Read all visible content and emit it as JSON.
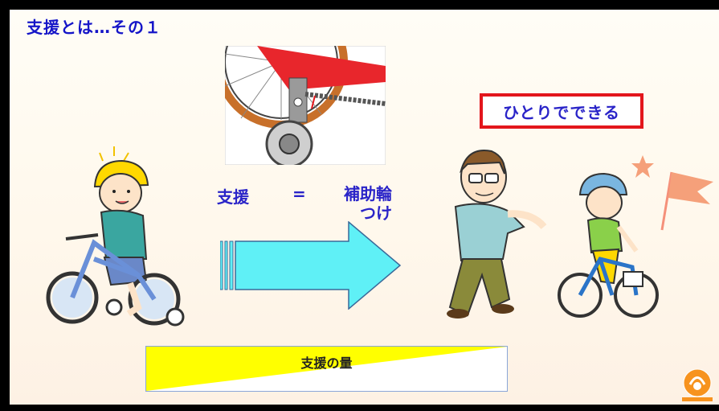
{
  "title": "支援とは…その１",
  "support_label": "支援",
  "equals": "=",
  "training_wheels_line1": "補助輪",
  "training_wheels_line2": "つけ",
  "independent_label": "ひとりでできる",
  "support_amount_label": "支援の量",
  "colors": {
    "title": "#1515c8",
    "label": "#2a24c8",
    "highlight_border": "#e3161c",
    "arrow": "#5ff0f6",
    "wedge": "#ffff00"
  }
}
